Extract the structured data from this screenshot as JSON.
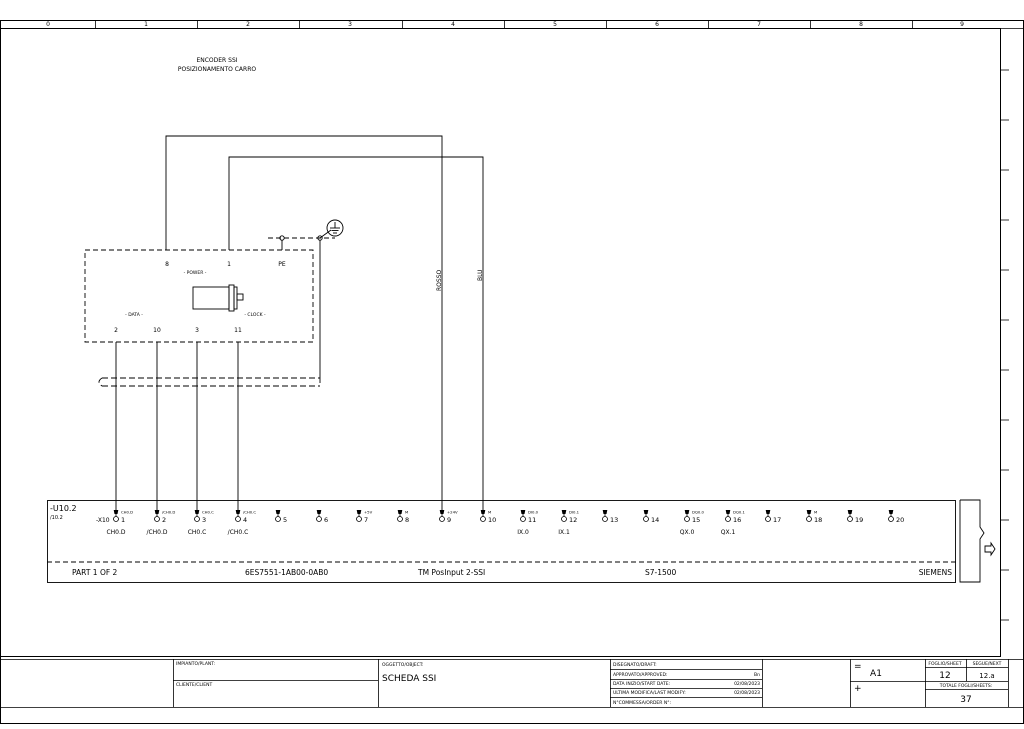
{
  "grid_columns": [
    "0",
    "1",
    "2",
    "3",
    "4",
    "5",
    "6",
    "7",
    "8",
    "9"
  ],
  "encoder": {
    "title_line1": "ENCODER SSI",
    "title_line2": "POSIZIONAMENTO CARRO",
    "pins_top": [
      "8",
      "1",
      "PE"
    ],
    "pins_bottom": [
      "2",
      "10",
      "3",
      "11"
    ],
    "power_label": "- POWER -",
    "data_label": "- DATA -",
    "clock_label": "- CLOCK -"
  },
  "wires": {
    "rosso": "ROSSO",
    "blu": "BLU"
  },
  "module": {
    "tag": "-U10.2",
    "ref": "/10.2",
    "connector": "-X10",
    "terminals": [
      {
        "n": "1",
        "sig": "CH0.D",
        "below": "CH0.D"
      },
      {
        "n": "2",
        "sig": "/CH0.D",
        "below": "/CH0.D"
      },
      {
        "n": "3",
        "sig": "CH0.C",
        "below": "CH0.C"
      },
      {
        "n": "4",
        "sig": "/CH0.C",
        "below": "/CH0.C"
      },
      {
        "n": "5",
        "sig": "",
        "below": ""
      },
      {
        "n": "6",
        "sig": "",
        "below": ""
      },
      {
        "n": "7",
        "sig": "+5V",
        "below": ""
      },
      {
        "n": "8",
        "sig": "M",
        "below": ""
      },
      {
        "n": "9",
        "sig": "+24V",
        "below": ""
      },
      {
        "n": "10",
        "sig": "M",
        "below": ""
      },
      {
        "n": "11",
        "sig": "DI0.0",
        "below": "IX.0"
      },
      {
        "n": "12",
        "sig": "DI0.1",
        "below": "IX.1"
      },
      {
        "n": "13",
        "sig": "",
        "below": ""
      },
      {
        "n": "14",
        "sig": "",
        "below": ""
      },
      {
        "n": "15",
        "sig": "DQ0.0",
        "below": "QX.0"
      },
      {
        "n": "16",
        "sig": "DQ0.1",
        "below": "QX.1"
      },
      {
        "n": "17",
        "sig": "",
        "below": ""
      },
      {
        "n": "18",
        "sig": "M",
        "below": ""
      },
      {
        "n": "19",
        "sig": "",
        "below": ""
      },
      {
        "n": "20",
        "sig": "",
        "below": ""
      }
    ],
    "part": "PART 1 OF 2",
    "order_code": "6ES7551-1AB00-0AB0",
    "name": "TM PosInput 2-SSI",
    "family": "S7-1500",
    "maker": "SIEMENS"
  },
  "titleblock": {
    "plant_label": "IMPIANTO/PLANT:",
    "client_label": "CLIENTE/CLIENT",
    "object_label": "OGGETTO/OBJECT:",
    "object_value": "SCHEDA SSI",
    "draft_label": "DISEGNATO/DRAFT:",
    "approved_label": "APPROVATO/APPROVED:",
    "approved_value": "Bn",
    "start_label": "DATA INIZIO/START DATE:",
    "start_value": "02/08/2023",
    "modify_label": "ULTIMA MODIFICA/LAST MODIFY:",
    "modify_value": "02/08/2023",
    "order_label": "N°COMMESSA/ORDER N°:",
    "eq_symbol": "=",
    "eq_value": "A1",
    "plus_symbol": "+",
    "sheet_label": "FOGLIO/SHEET",
    "sheet_value": "12",
    "next_label": "SEGUE/NEXT",
    "next_value": "12.a",
    "total_label": "TOTALE FOGLI/SHEETS:",
    "total_value": "37"
  }
}
